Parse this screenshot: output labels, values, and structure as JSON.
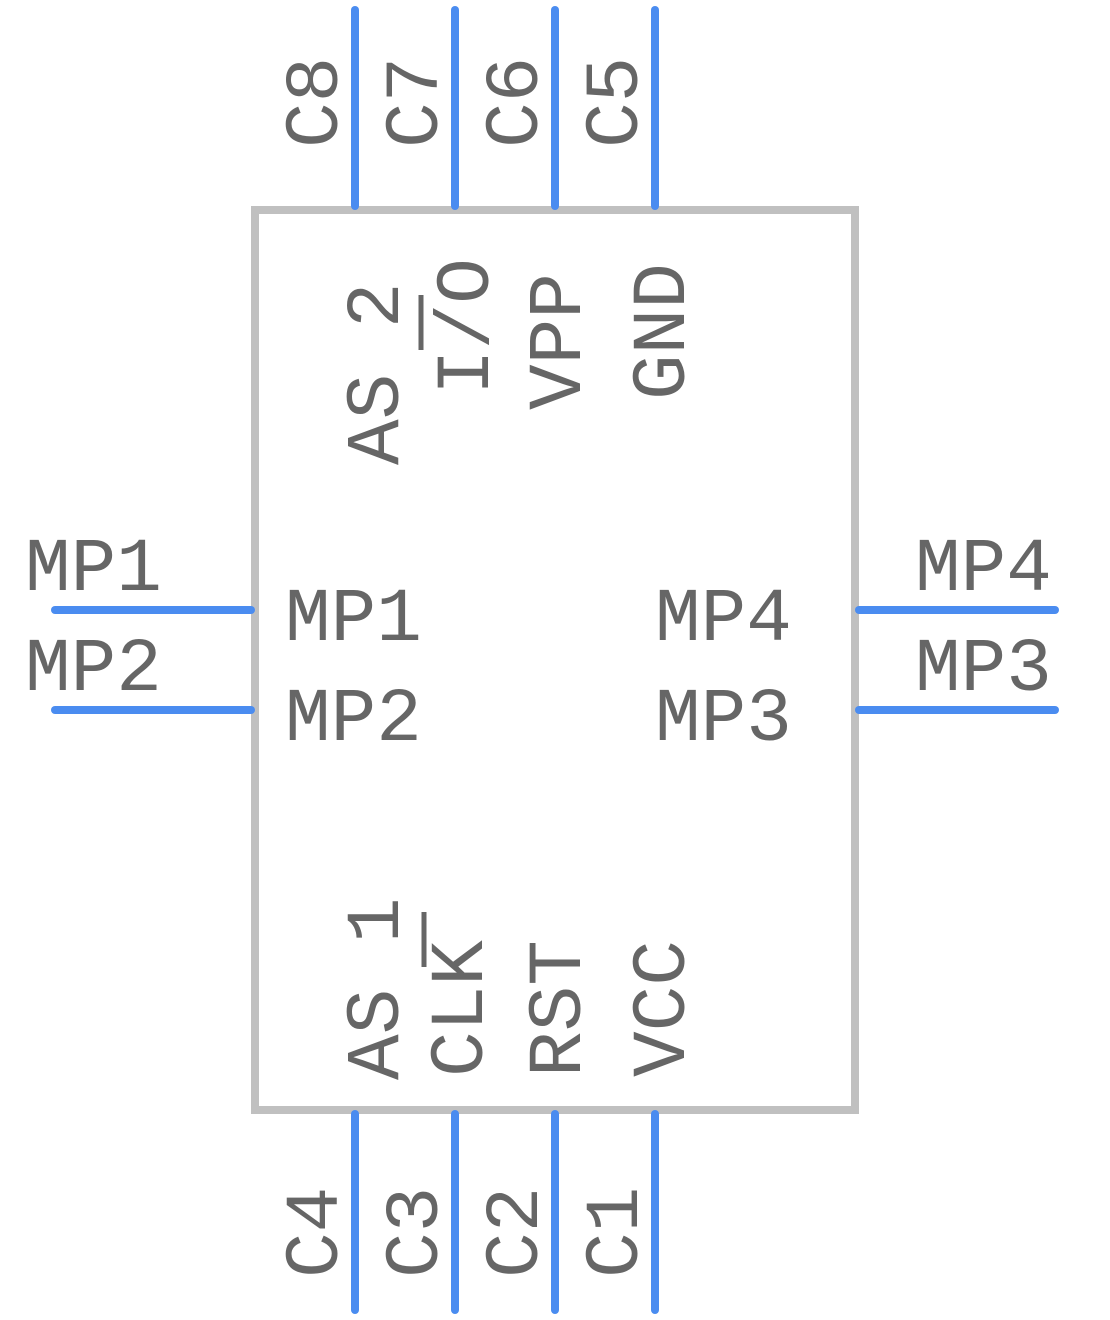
{
  "colors": {
    "pin": "#4a8cf0",
    "body_outline": "#c0c0c0",
    "text": "#666666",
    "background": "#ffffff"
  },
  "pins": {
    "top": [
      "C8",
      "C7",
      "C6",
      "C5"
    ],
    "bottom": [
      "C4",
      "C3",
      "C2",
      "C1"
    ],
    "left": [
      "MP1",
      "MP2"
    ],
    "right": [
      "MP4",
      "MP3"
    ]
  },
  "signals": {
    "top": [
      "AS 2",
      "I/O",
      "VPP",
      "GND"
    ],
    "bottom": [
      "AS 1",
      "CLK",
      "RST",
      "VCC"
    ],
    "left": [
      "MP1",
      "MP2"
    ],
    "right": [
      "MP4",
      "MP3"
    ]
  }
}
